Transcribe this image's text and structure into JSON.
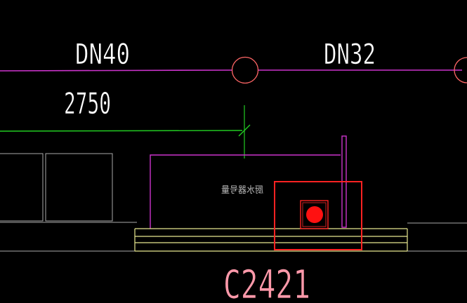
{
  "drawing": {
    "pipe_upper_left_label": "DN40",
    "pipe_upper_right_label": "DN32",
    "dimension_value": "2750",
    "fixture_note": "厨水器号量",
    "window_tag": "C2421"
  },
  "colors": {
    "background": "#000000",
    "water_pipe": "#cc33cc",
    "dimension_line": "#22cc22",
    "wall_outline": "#bbbbbb",
    "window_lines": "#e8e890",
    "selection": "#ff2222",
    "marker": "#ff1111",
    "pipe_text": "#ffffff",
    "window_tag_text": "#ff99aa"
  }
}
